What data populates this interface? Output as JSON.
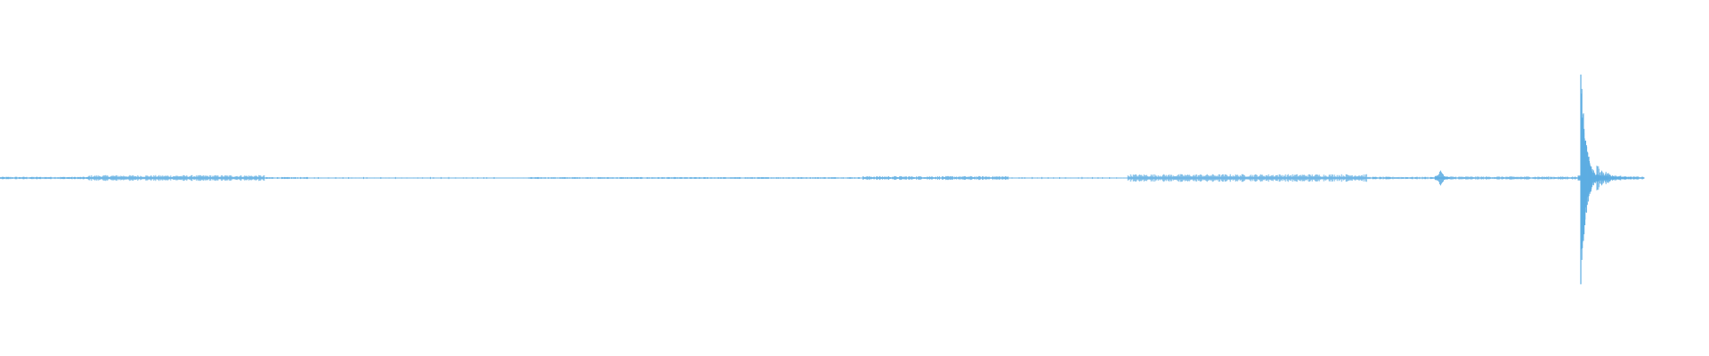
{
  "waveform": {
    "color": "#5dade2",
    "background": "#ffffff",
    "duration_fraction_drawn": 0.962,
    "baseline_level": 0.0,
    "peak": {
      "position_fraction": 0.925,
      "amplitude_up": 0.92,
      "amplitude_down": 0.91
    },
    "minor_burst": {
      "position_fraction": 0.843,
      "amplitude": 0.06
    },
    "segments": [
      {
        "start": 0.0,
        "end": 0.052,
        "level": 0.008,
        "style": "solid"
      },
      {
        "start": 0.052,
        "end": 0.155,
        "level": 0.018,
        "style": "solid"
      },
      {
        "start": 0.155,
        "end": 0.18,
        "level": 0.006,
        "style": "solid"
      },
      {
        "start": 0.18,
        "end": 0.29,
        "level": 0.006,
        "style": "dotted"
      },
      {
        "start": 0.3,
        "end": 0.31,
        "level": 0.004,
        "style": "dotted"
      },
      {
        "start": 0.31,
        "end": 0.505,
        "level": 0.006,
        "style": "solid"
      },
      {
        "start": 0.505,
        "end": 0.59,
        "level": 0.012,
        "style": "solid"
      },
      {
        "start": 0.59,
        "end": 0.65,
        "level": 0.006,
        "style": "dotted"
      },
      {
        "start": 0.65,
        "end": 0.66,
        "level": 0.004,
        "style": "dotted"
      },
      {
        "start": 0.66,
        "end": 0.8,
        "level": 0.024,
        "style": "solid"
      },
      {
        "start": 0.8,
        "end": 0.84,
        "level": 0.008,
        "style": "solid"
      },
      {
        "start": 0.84,
        "end": 0.925,
        "level": 0.01,
        "style": "solid"
      },
      {
        "start": 0.925,
        "end": 0.962,
        "level": 0.01,
        "style": "solid"
      }
    ]
  }
}
